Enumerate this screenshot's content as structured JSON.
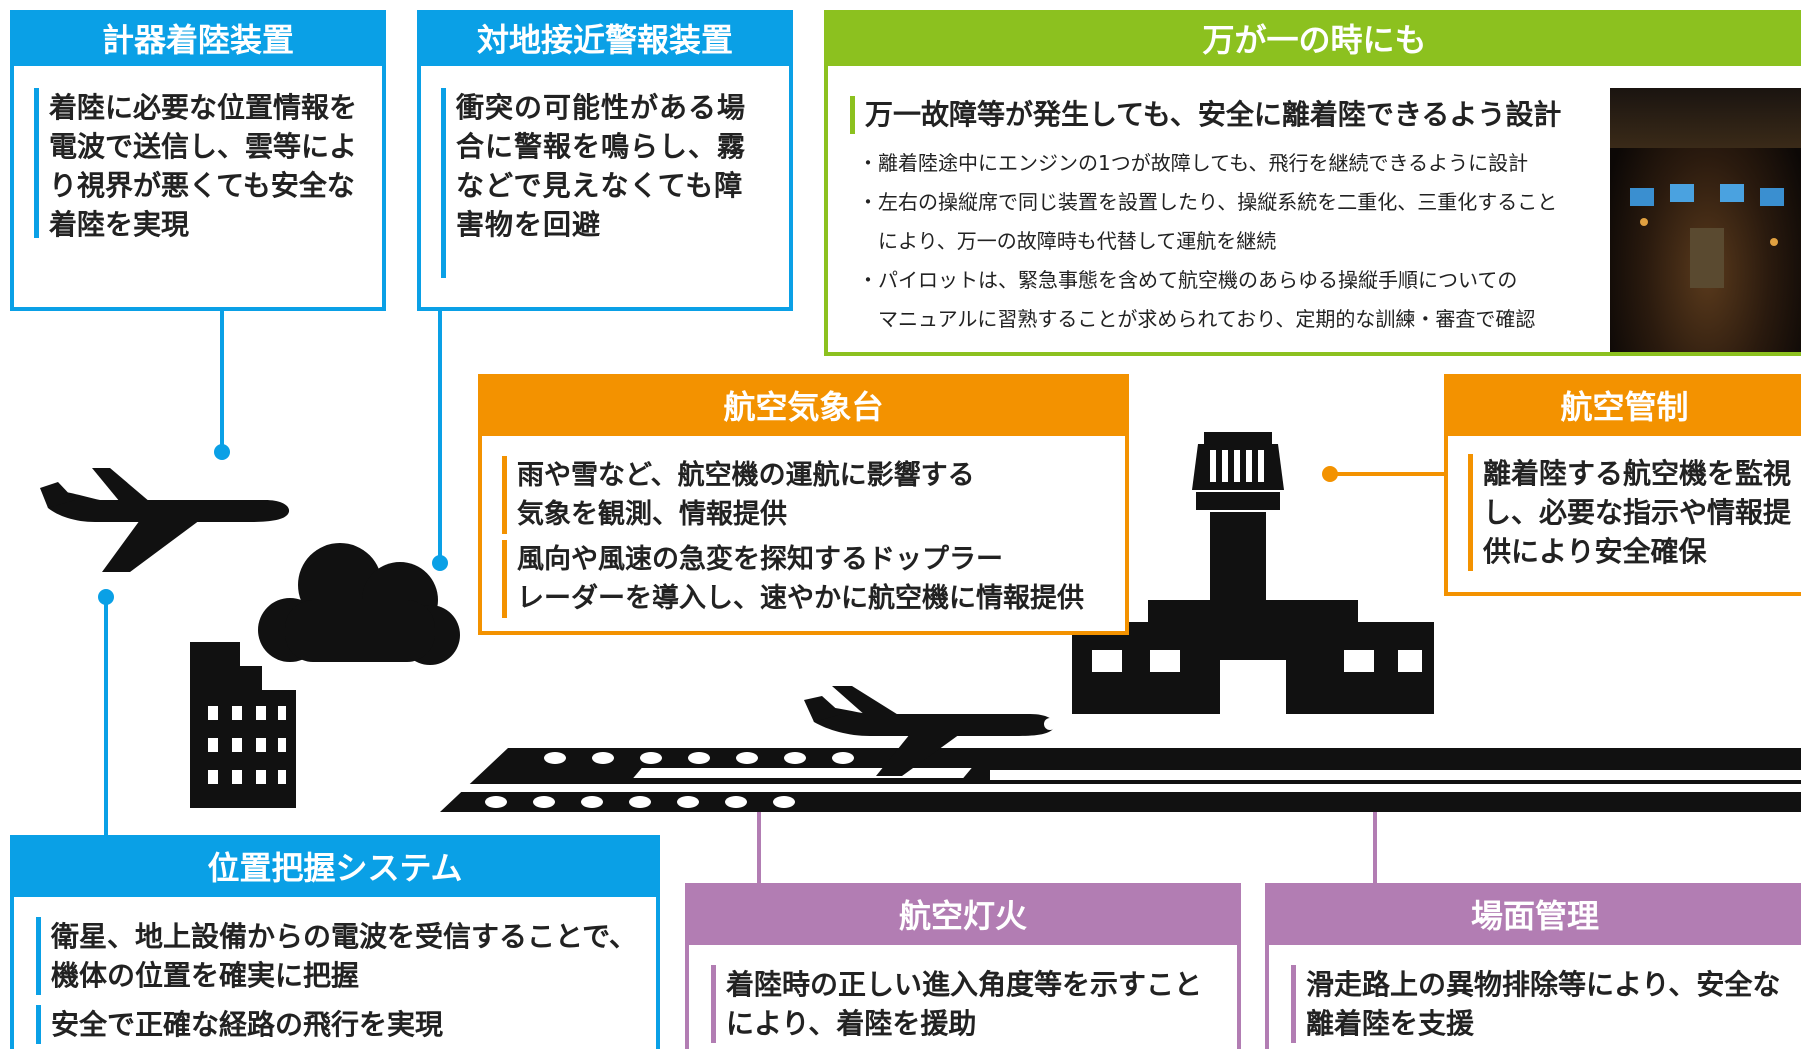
{
  "ils": {
    "title": "計器着陸装置",
    "body": "着陸に必要な位置情報を電波で送信し、雲等により視界が悪くても安全な着陸を実現"
  },
  "gpws": {
    "title": "対地接近警報装置",
    "body": "衝突の可能性がある場合に警報を鳴らし、霧などで見えなくても障害物を回避"
  },
  "safety": {
    "title": "万が一の時にも",
    "lead": "万一故障等が発生しても、安全に離着陸できるよう設計",
    "items": [
      "・離着陸途中にエンジンの1つが故障しても、飛行を継続できるように設計",
      "・左右の操縦席で同じ装置を設置したり、操縦系統を二重化、三重化すること",
      "　により、万一の故障時も代替して運航を継続",
      "・パイロットは、緊急事態を含めて航空機のあらゆる操縦手順についての",
      "　マニュアルに習熟することが求められており、定期的な訓練・審査で確認"
    ]
  },
  "met": {
    "title": "航空気象台",
    "items": [
      [
        "雨や雪など、航空機の運航に影響する",
        "気象を観測、情報提供"
      ],
      [
        "風向や風速の急変を探知するドップラー",
        "レーダーを導入し、速やかに航空機に情報提供"
      ]
    ]
  },
  "atc": {
    "title": "航空管制",
    "body": "離着陸する航空機を監視し、必要な指示や情報提供により安全確保"
  },
  "pos": {
    "title": "位置把握システム",
    "items": [
      [
        "衛星、地上設備からの電波を受信することで、",
        "機体の位置を確実に把握"
      ],
      [
        "安全で正確な経路の飛行を実現"
      ]
    ]
  },
  "lights": {
    "title": "航空灯火",
    "body": [
      "着陸時の正しい進入角度等を示すこと",
      "により、着陸を援助"
    ]
  },
  "surface": {
    "title": "場面管理",
    "body": [
      "滑走路上の異物排除等により、安全な",
      "離着陸を支援"
    ]
  },
  "colors": {
    "blue": "#0aa0e6",
    "orange": "#f39200",
    "green": "#8cc11f",
    "purple": "#b27db3"
  }
}
